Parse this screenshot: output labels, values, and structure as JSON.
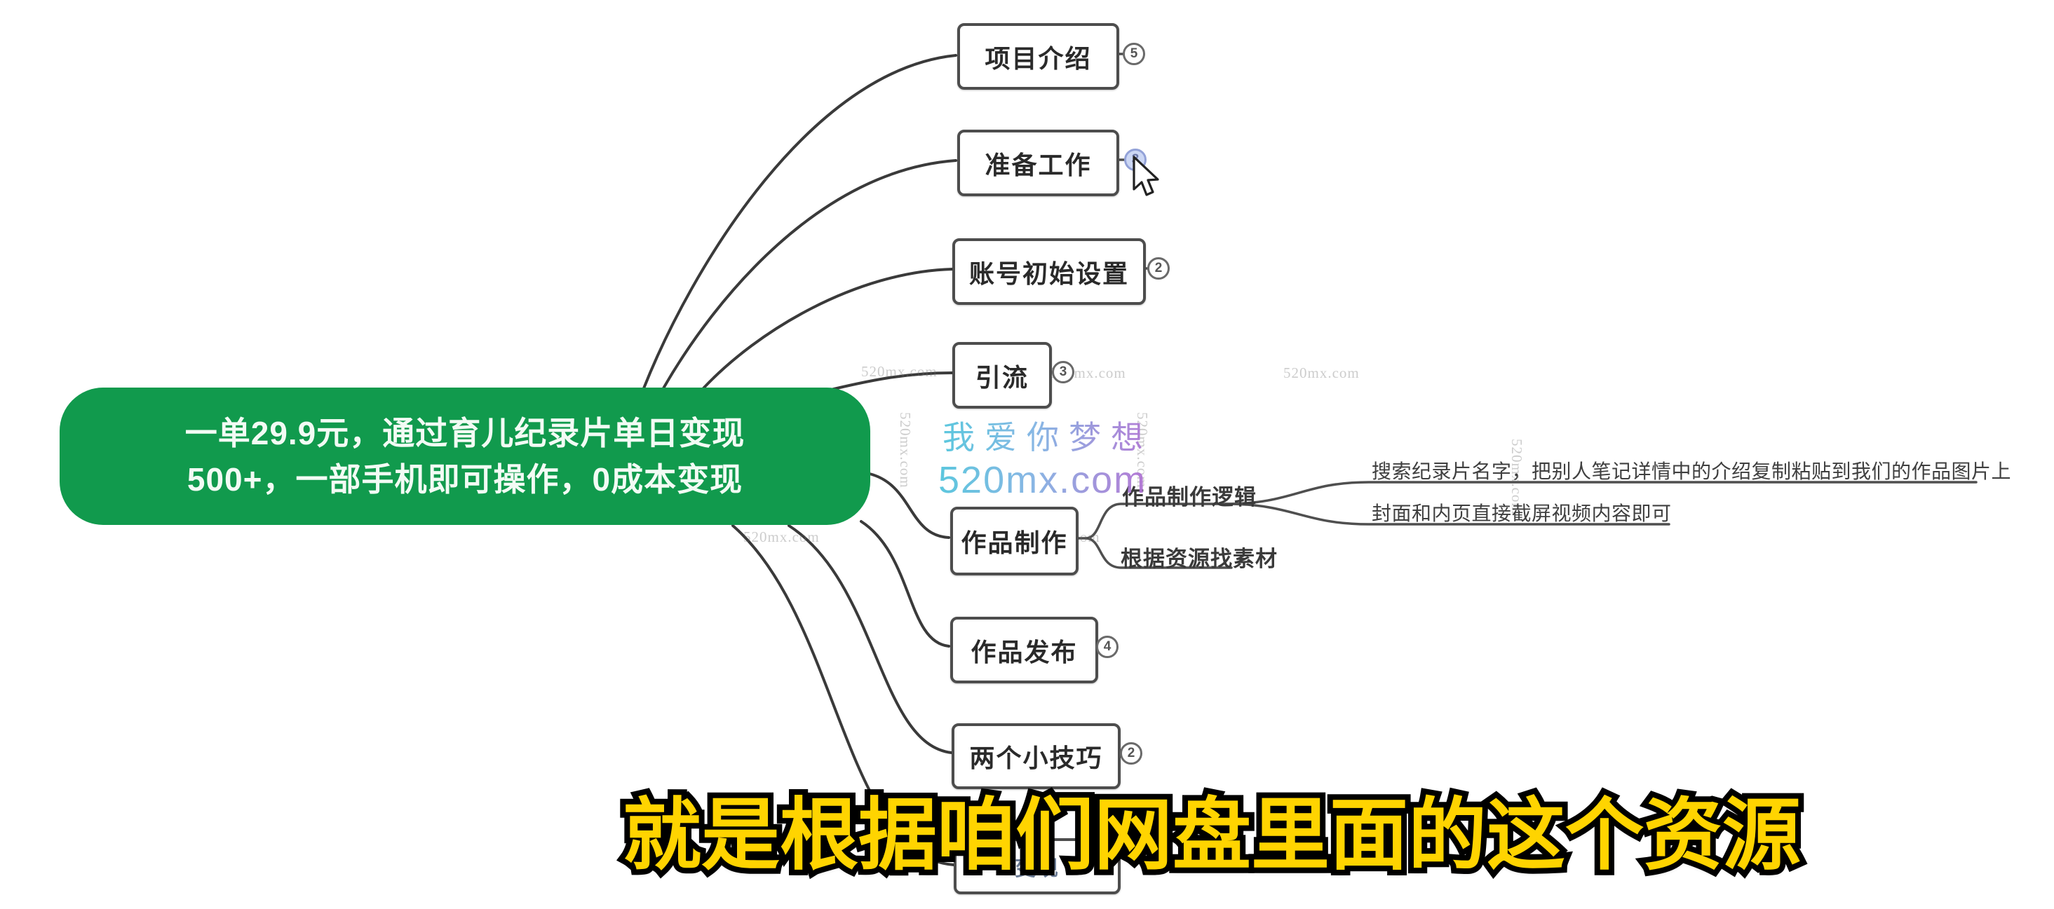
{
  "central_topic": {
    "line1": "一单29.9元，通过育儿纪录片单日变现",
    "line2": "500+，一部手机即可操作，0成本变现",
    "bg_color": "#119a4d",
    "text_color": "#f2fbf4"
  },
  "branches": [
    {
      "label": "项目介绍",
      "badge": "5"
    },
    {
      "label": "准备工作",
      "badge": "3",
      "badge_state": "hovered"
    },
    {
      "label": "账号初始设置",
      "badge": "2"
    },
    {
      "label": "引流",
      "badge": "3"
    },
    {
      "label": "作品制作",
      "badge": ""
    },
    {
      "label": "作品发布",
      "badge": "4"
    },
    {
      "label": "两个小技巧",
      "badge": "2"
    },
    {
      "label": "变现",
      "state": "partially hidden behind subtitle"
    }
  ],
  "subtree": {
    "parent": "作品制作",
    "children": [
      {
        "label": "作品制作逻辑",
        "leaves": [
          "搜索纪录片名字，把别人笔记详情中的介绍复制粘贴到我们的作品图片上",
          "封面和内页直接截屏视频内容即可"
        ]
      },
      {
        "label": "根据资源找素材",
        "leaves": []
      }
    ]
  },
  "watermarks": {
    "brand_line1": "我爱你梦想",
    "brand_line2": "520mx.com",
    "tile_text": "520mx.com",
    "gradient_start": "#4fc3dc",
    "gradient_end": "#b06fd2"
  },
  "subtitle": {
    "text": "就是根据咱们网盘里面的这个资源",
    "fill_color": "#ffd400",
    "outline_color": "#000000"
  },
  "cursor": {
    "type": "arrow"
  }
}
